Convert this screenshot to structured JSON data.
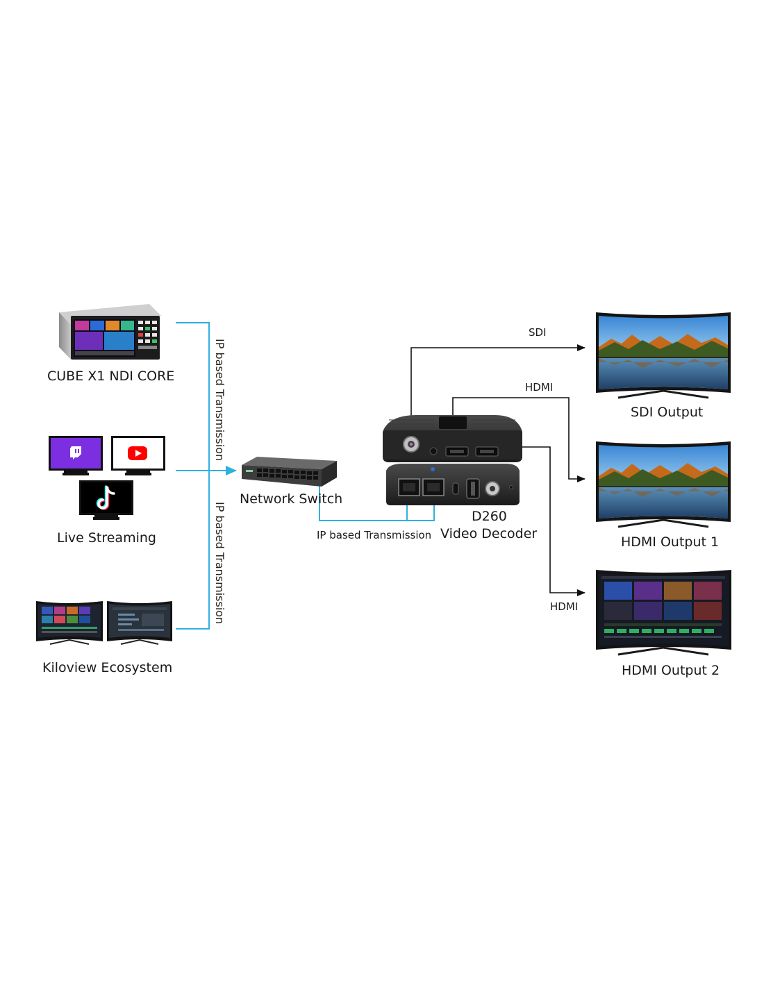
{
  "labels": {
    "cube": "CUBE X1 NDI CORE",
    "live_streaming": "Live Streaming",
    "ecosystem": "Kiloview Ecosystem",
    "network_switch": "Network Switch",
    "ip_transmission_top": "IP based Transmission",
    "ip_transmission_bottom": "IP based Transmission",
    "ip_transmission_horizontal": "IP based Transmission",
    "decoder_model": "D260",
    "decoder_name": "Video Decoder",
    "sdi_link": "SDI",
    "hdmi_link_1": "HDMI",
    "hdmi_link_2": "HDMI",
    "sdi_output": "SDI Output",
    "hdmi_output_1": "HDMI Output 1",
    "hdmi_output_2": "HDMI Output 2"
  },
  "colors": {
    "ip_line": "#2fb0e0",
    "signal_line": "#111111",
    "twitch": "#7b2fe0",
    "youtube": "#ff0000",
    "tiktok_bg": "#000000",
    "device_body": "#2a2a2a"
  },
  "icons": [
    "twitch-icon",
    "youtube-icon",
    "tiktok-icon"
  ]
}
